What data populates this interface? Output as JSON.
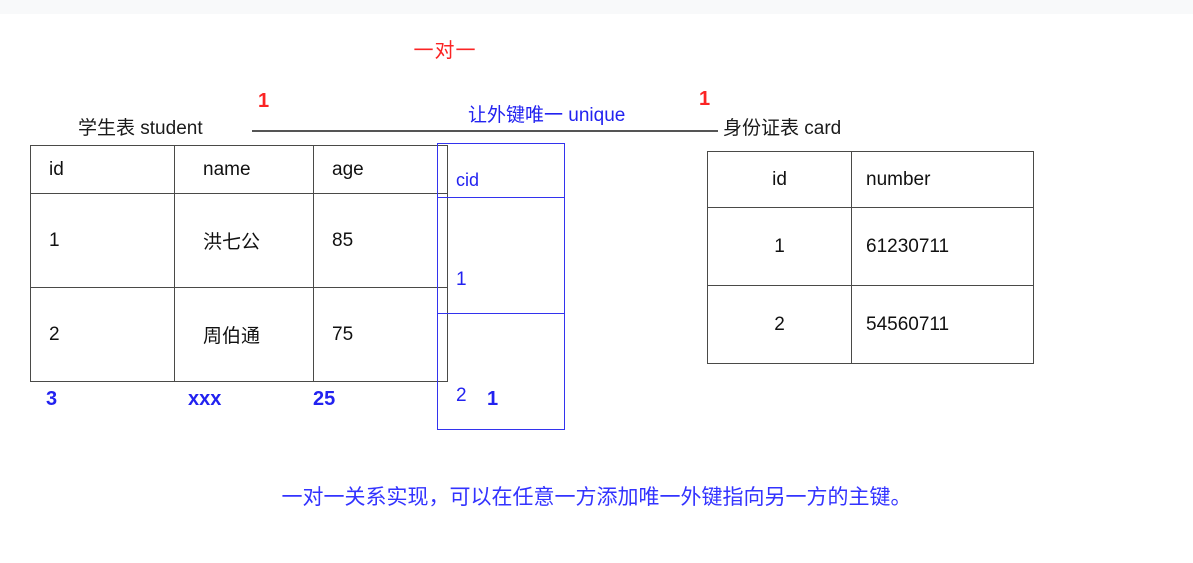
{
  "headline": "一对一",
  "relation": {
    "note": "让外键唯一 unique",
    "left_cardinality": "1",
    "right_cardinality": "1"
  },
  "student_table": {
    "caption": "学生表 student",
    "headers": [
      "id",
      "name",
      "age"
    ],
    "fk_header": "cid",
    "rows": [
      {
        "id": "1",
        "name": "洪七公",
        "age": "85",
        "cid": "1"
      },
      {
        "id": "2",
        "name": "周伯通",
        "age": "75",
        "cid": "2"
      }
    ],
    "pending_row": {
      "id": "3",
      "name": "xxx",
      "age": "25",
      "cid": "1"
    }
  },
  "card_table": {
    "caption": "身份证表 card",
    "headers": [
      "id",
      "number"
    ],
    "rows": [
      {
        "id": "1",
        "number": "61230711"
      },
      {
        "id": "2",
        "number": "54560711"
      }
    ]
  },
  "bottom_note": "一对一关系实现，可以在任意一方添加唯一外键指向另一方的主键。",
  "colors": {
    "headline_red": "#fb2424",
    "fk_blue": "#2222f0",
    "note_blue": "#3333ff",
    "table_border": "#4a4a48"
  }
}
